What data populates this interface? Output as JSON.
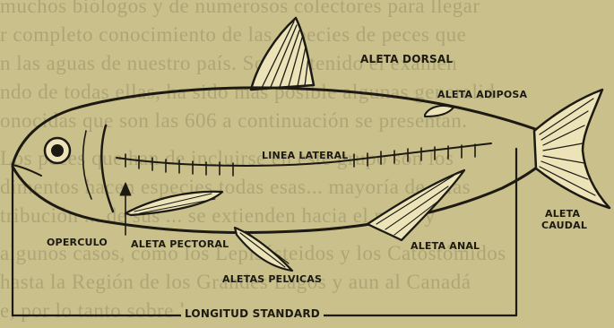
{
  "background_text": [
    "muchos biólogos y de numerosos colectores para llegar",
    "r completo conocimiento de las especies de peces que",
    "n las aguas de nuestro país. Solo obtenido el examen",
    "ndo de todas ellas, ha sido más posible algunas generalid",
    "onocidas que son las 606 a continuación se presentan.",
    "Los peces que han de incluirse en este grupo son los",
    "dimentos hacen especies todas esas... mayoría de ellas",
    "tribución ... de sus ... se extienden hacia el norte y",
    "algunos casos, como los Lepisósteidos y los Catostómidos",
    "hasta la Región de los Grandes Lagos y aun al Canadá",
    "e, por lo tanto sobre la..."
  ],
  "labels": {
    "dorsal": "ALETA DORSAL",
    "adiposa": "ALETA ADIPOSA",
    "lateral": "LINEA LATERAL",
    "caudal_1": "ALETA",
    "caudal_2": "CAUDAL",
    "opercle": "OPERCULO",
    "pectoral": "ALETA PECTORAL",
    "anal": "ALETA ANAL",
    "pelvic": "ALETAS PELVICAS",
    "standard": "LONGITUD STANDARD"
  },
  "colors": {
    "paper": "#c9c08b",
    "ink": "#1c1a12",
    "fin_fill": "#ece4b8"
  }
}
